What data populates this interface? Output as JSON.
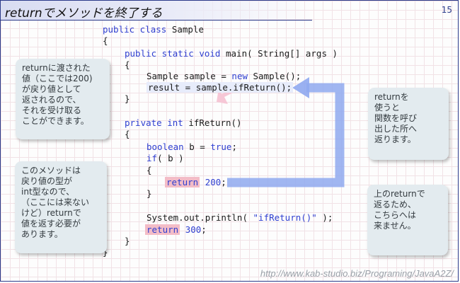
{
  "title": "returnでメソッドを終了する",
  "page_number": "15",
  "code": {
    "line1": {
      "kw": "public class",
      "rest": " Sample"
    },
    "line2": "{",
    "line3": {
      "kw": "public static void",
      "rest": " main( String[] args )"
    },
    "line4": "{",
    "line5": {
      "a": "Sample sample = ",
      "kw": "new",
      "b": " Sample();"
    },
    "line6": "result = sample.ifReturn();",
    "line7": "}",
    "line8": {
      "kw": "private int",
      "rest": " ifReturn()"
    },
    "line9": "{",
    "line10": {
      "kw": "boolean",
      "a": " b = ",
      "val": "true",
      "b": ";"
    },
    "line11": {
      "kw": "if",
      "rest": "( b )"
    },
    "line12": "{",
    "line13": {
      "kw": "return",
      "num": "200",
      "end": ";"
    },
    "line14": "}",
    "line15": {
      "a": "System.out.println( ",
      "str": "\"ifReturn()\"",
      "b": " );"
    },
    "line16": {
      "kw": "return",
      "num": "300",
      "end": ";"
    },
    "line17": "}",
    "line18": "}"
  },
  "notes": {
    "left_top": [
      "returnに渡された",
      "値（ここでは200)",
      "が戻り値として",
      "返されるので、",
      "それを受け取る",
      "ことができます。"
    ],
    "left_bottom": [
      "このメソッドは",
      "戻り値の型が",
      "int型なので、",
      "（ここには来ない",
      "けど）returnで",
      "値を返す必要が",
      "あります。"
    ],
    "right_top": [
      "returnを",
      "使うと",
      "関数を呼び",
      "出した所へ",
      "返ります。"
    ],
    "right_bottom": [
      "上のreturnで",
      "返るため、",
      "こちらへは",
      "来ません。"
    ]
  },
  "url": "http://www.kab-studio.biz/Programing/JavaA2Z/",
  "colors": {
    "frame": "#2b3a8a",
    "keyword": "#2f3fd0",
    "highlight": "#f3bcc7",
    "arrow_blue": "#8fa9ef",
    "arrow_pink": "#f6c7d6",
    "note_bg": "#e3ebef"
  }
}
